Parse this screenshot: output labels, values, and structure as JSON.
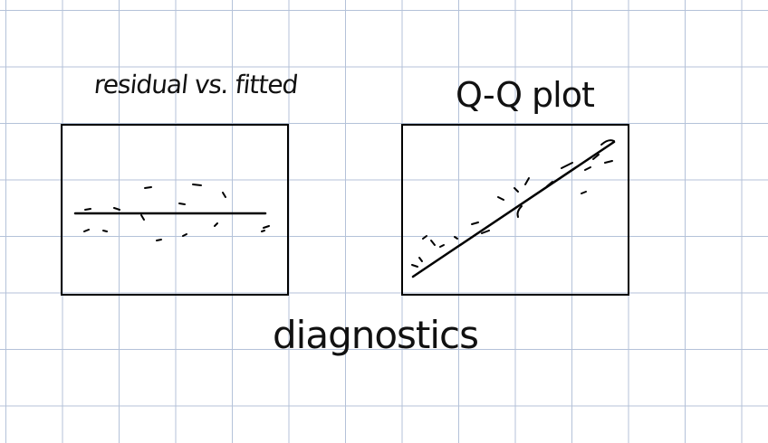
{
  "labels": {
    "residual_title": "residual vs. fitted",
    "qq_title": "Q-Q plot",
    "caption": "diagnostics"
  },
  "colors": {
    "ink": "#000000",
    "grid": "#b4c2d9",
    "paper": "#ffffff"
  }
}
